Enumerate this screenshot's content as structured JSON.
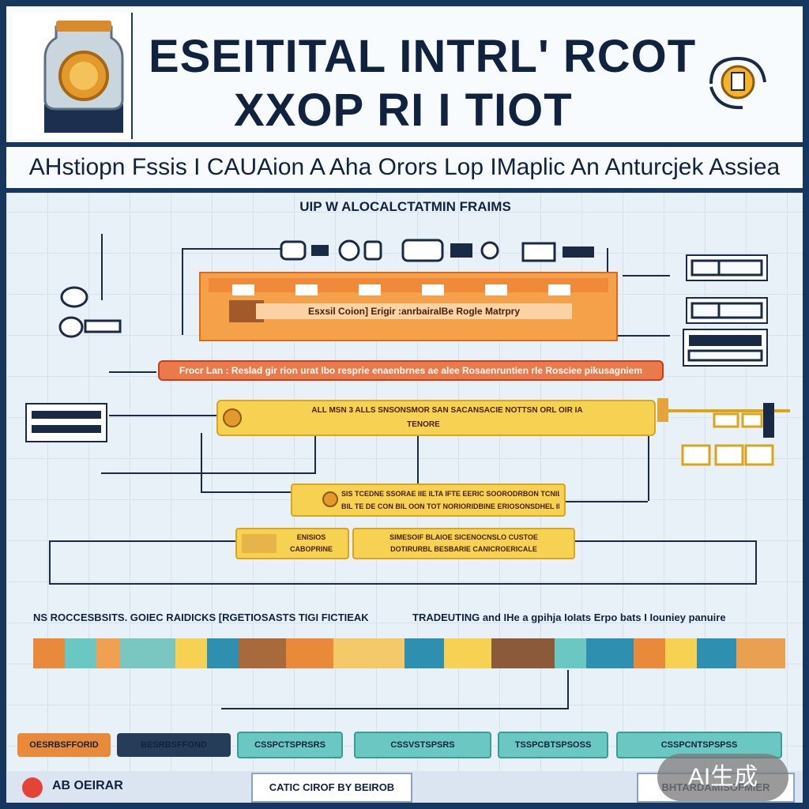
{
  "header": {
    "title_line1": "ESEITITAL INTRL' RCOT",
    "title_line2": "XXOP RI I TIOT"
  },
  "banner": {
    "text": "AHstiopn  Fssis I CAUAion A Aha Orors  Lop IMaplic  An Anturcjek  Assiea"
  },
  "section": {
    "title": "UIP W ALOCALCTATMIN FRAIMS"
  },
  "flow": {
    "orange_box_label": "Esxsil Coion] Erigir :anrbairalBe  Rogle  Matrpry",
    "red_bar_label": "Frocr Lan : Reslad  gir rion urat Ibo resprie enaenbrnes ae alee Rosaenruntien rle Rosciee  pikusagniem",
    "yellow_bar_1_label": "ALL MSN 3 ALLS SNSONSMOR SAN SACANSACIE NOTTSN ORL OIR IA",
    "yellow_bar_1_sub": "TENORE",
    "yellow_box_2_line1": "SIS TCEDNE SSORAE IIE ILTA IFTE EERIC SOORODRBON TCNILE",
    "yellow_box_2_line2": "BIL TE DE CON BIL OON TOT NORIORIDBINE ERIOSONSDHEL IE",
    "small_box_label_a": "ENISIOS",
    "small_box_label_b": "CABOPRINE",
    "small_box_2_line1": "SIMESOIF BLAIOE SICENOCNSLO CUSTOE",
    "small_box_2_line2": "DOTIRURBL BESBARIE CANICROERICALE"
  },
  "legend_row": {
    "left": "NS ROCCESBSITS.  GOIEC RAIDICKS  [RGETIOSASTS  TIGI  FICTIEAK",
    "right": "TRADEUTING and IHe a  gpihja IoIats  Erpo bats I Iouniey  panuire"
  },
  "bottom_legend": [
    "OESRBSFFORID",
    "BESRBSFFOND",
    "CSSPCTSPRSRS",
    "CSSVSTSPSRS",
    "TSSPCBTSPSOSS",
    "CSSPCNTSPSPSS"
  ],
  "footer": {
    "left": "AB OEIRAR",
    "center": "CATIC CIROF BY BEIROB",
    "right": "BHTARDAMISOFMIER"
  },
  "watermark": {
    "text": "AI生成"
  },
  "colors": {
    "navy": "#17365d",
    "orange": "#f4a14a",
    "red": "#e7613a",
    "yellow": "#f6d152",
    "teal": "#6bc7c2"
  }
}
